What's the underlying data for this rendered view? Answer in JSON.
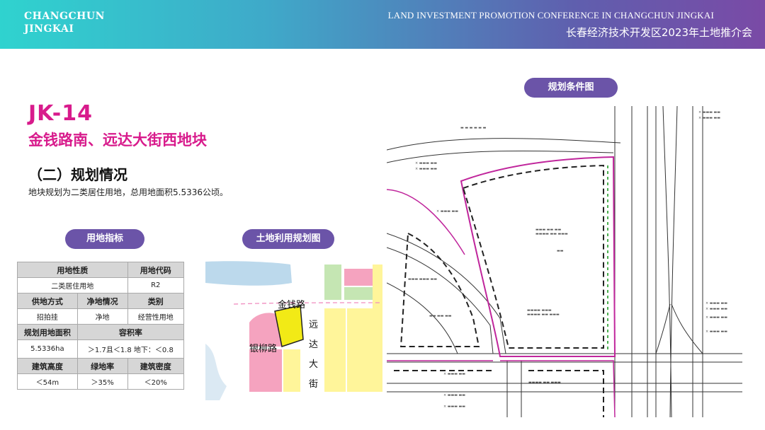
{
  "header": {
    "brand_line1": "CHANGCHUN",
    "brand_line2": "JINGKAI",
    "conf_en": "LAND INVESTMENT PROMOTION CONFERENCE IN CHANGCHUN JINGKAI",
    "conf_cn": "长春经济技术开发区2023年土地推介会"
  },
  "parcel": {
    "code": "JK-14",
    "name": "金钱路南、远达大街西地块"
  },
  "section": {
    "title": "（二）规划情况",
    "description": "地块规划为二类居住用地，总用地面积5.5336公顷。"
  },
  "labels": {
    "indicators": "用地指标",
    "landuse_map": "土地利用规划图",
    "plan_map": "规划条件图"
  },
  "indicators_table": {
    "land_nature_h": "用地性质",
    "land_code_h": "用地代码",
    "land_nature": "二类居住用地",
    "land_code": "R2",
    "supply_h": "供地方式",
    "net_h": "净地情况",
    "category_h": "类别",
    "supply": "招拍挂",
    "net": "净地",
    "category": "经营性用地",
    "area_h": "规划用地面积",
    "far_h": "容积率",
    "area": "5.5336ha",
    "far": "＞1.7且＜1.8 地下：＜0.8",
    "height_h": "建筑高度",
    "green_h": "绿地率",
    "density_h": "建筑密度",
    "height": "＜54m",
    "green": "＞35%",
    "density": "＜20%"
  },
  "landuse_map": {
    "road_jinqian": "金钱路",
    "road_yinliu": "银柳路",
    "road_yuanda": [
      "远",
      "达",
      "大",
      "街"
    ]
  },
  "colors": {
    "accent_magenta": "#d81b8c",
    "pill_purple": "#6b54a8",
    "residential_yellow": "#fff59a",
    "highlight_yellow": "#f2ea16",
    "commercial_pink": "#f5a3bf",
    "green_space": "#c5e6b3",
    "water_blue": "#bcd9ec"
  }
}
